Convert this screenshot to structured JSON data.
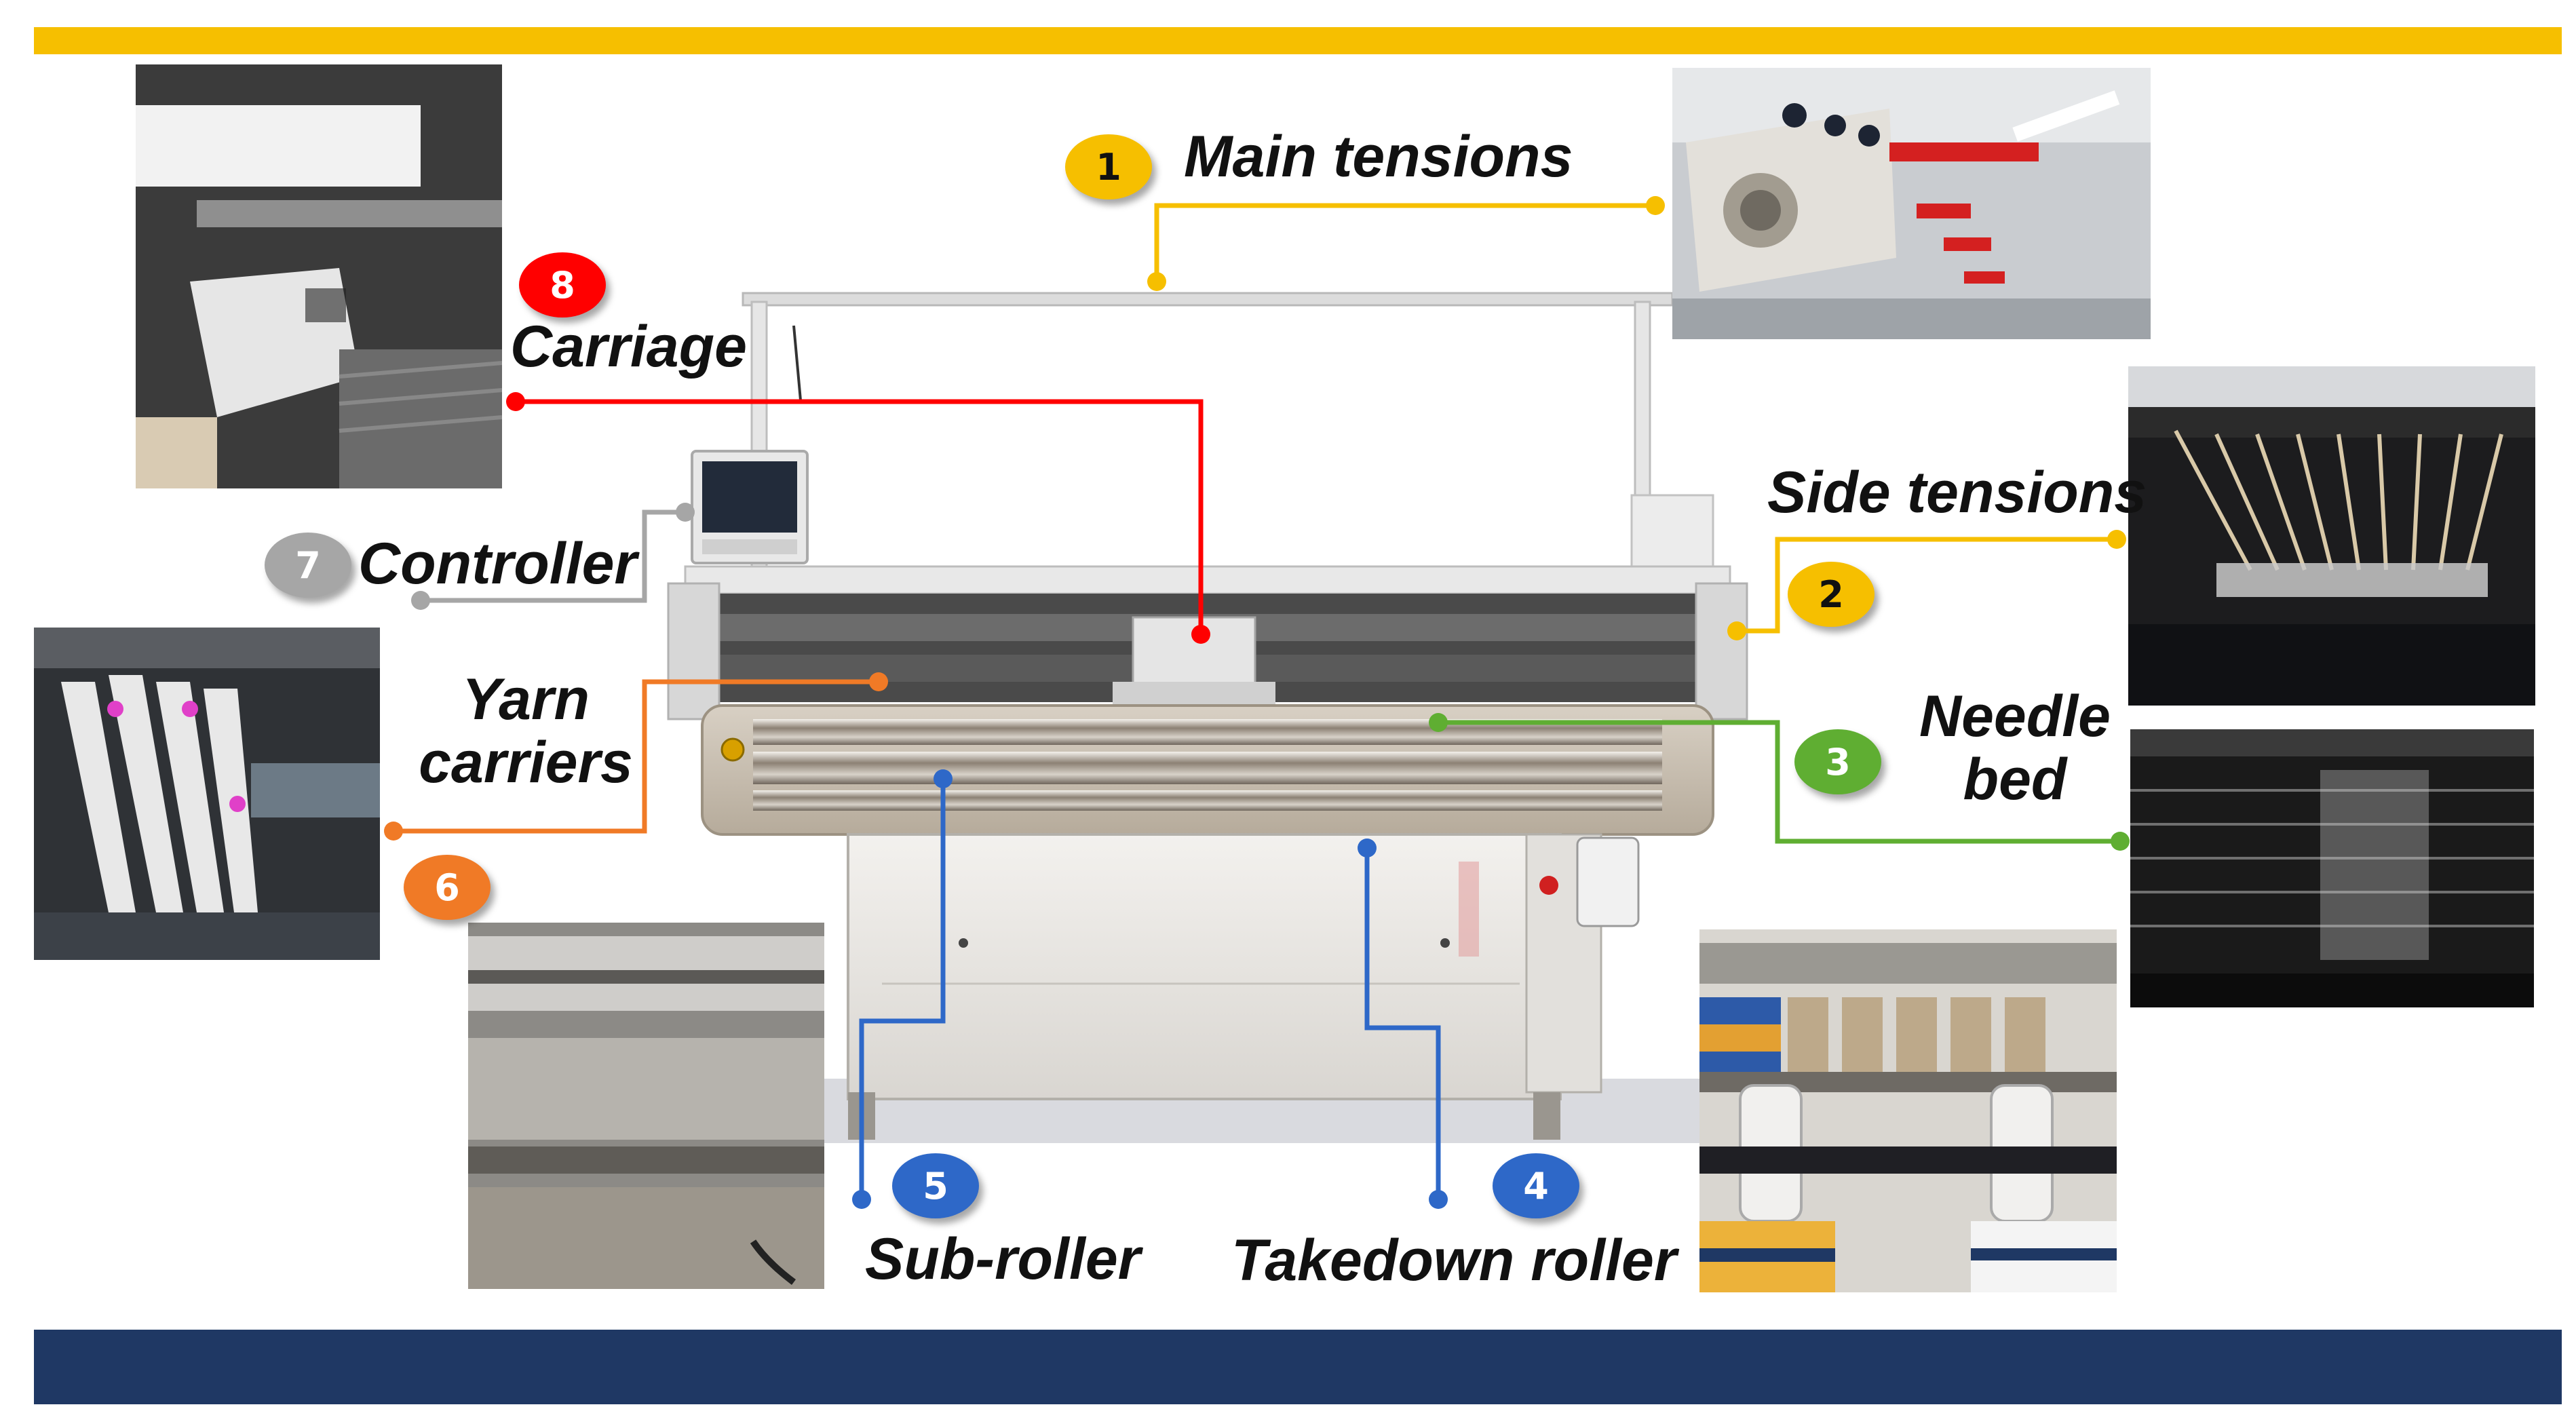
{
  "colors": {
    "top_bar": "#f6bf00",
    "bottom_bar": "#1f3864",
    "red": "#ff0000",
    "yellow": "#f6bf00",
    "green": "#5fae32",
    "blue": "#2e68c8",
    "orange": "#f07a26",
    "gray": "#a6a6a6"
  },
  "components": [
    {
      "number": "1",
      "label": "Main tensions",
      "color": "#f6bf00",
      "text_color": "#111111"
    },
    {
      "number": "2",
      "label": "Side tensions",
      "color": "#f6bf00",
      "text_color": "#111111"
    },
    {
      "number": "3",
      "label_lines": [
        "Needle",
        "bed"
      ],
      "color": "#5fae32",
      "text_color": "#ffffff"
    },
    {
      "number": "4",
      "label": "Takedown roller",
      "color": "#2e68c8",
      "text_color": "#ffffff"
    },
    {
      "number": "5",
      "label": "Sub-roller",
      "color": "#2e68c8",
      "text_color": "#ffffff"
    },
    {
      "number": "6",
      "label_lines": [
        "Yarn",
        "carriers"
      ],
      "color": "#f07a26",
      "text_color": "#ffffff"
    },
    {
      "number": "7",
      "label": "Controller",
      "color": "#a6a6a6",
      "text_color": "#ffffff"
    },
    {
      "number": "8",
      "label": "Carriage",
      "color": "#ff0000",
      "text_color": "#ffffff"
    }
  ],
  "photos": [
    {
      "subject": "carriage-photo"
    },
    {
      "subject": "main-tensions-photo"
    },
    {
      "subject": "side-tensions-photo"
    },
    {
      "subject": "needle-bed-photo"
    },
    {
      "subject": "yarn-carriers-photo"
    },
    {
      "subject": "sub-roller-photo"
    },
    {
      "subject": "takedown-roller-photo"
    },
    {
      "subject": "knitting-machine-photo"
    }
  ]
}
